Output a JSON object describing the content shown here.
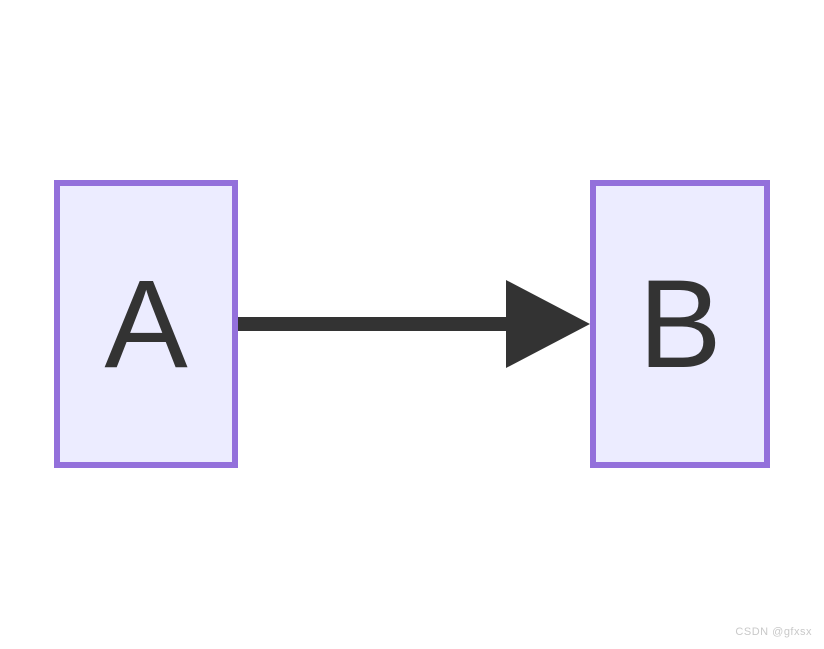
{
  "diagram": {
    "type": "flowchart",
    "direction": "LR",
    "nodes": [
      {
        "id": "A",
        "label": "A",
        "shape": "rectangle"
      },
      {
        "id": "B",
        "label": "B",
        "shape": "rectangle"
      }
    ],
    "edges": [
      {
        "from": "A",
        "to": "B",
        "directed": true,
        "label": ""
      }
    ]
  },
  "colors": {
    "background": "#FFFFFF",
    "node_fill": "#ECECFF",
    "node_border": "#9370DB",
    "node_label": "#333333",
    "edge": "#333333",
    "watermark": "#C9C9C9"
  },
  "watermark": {
    "text": "CSDN @gfxsx"
  }
}
